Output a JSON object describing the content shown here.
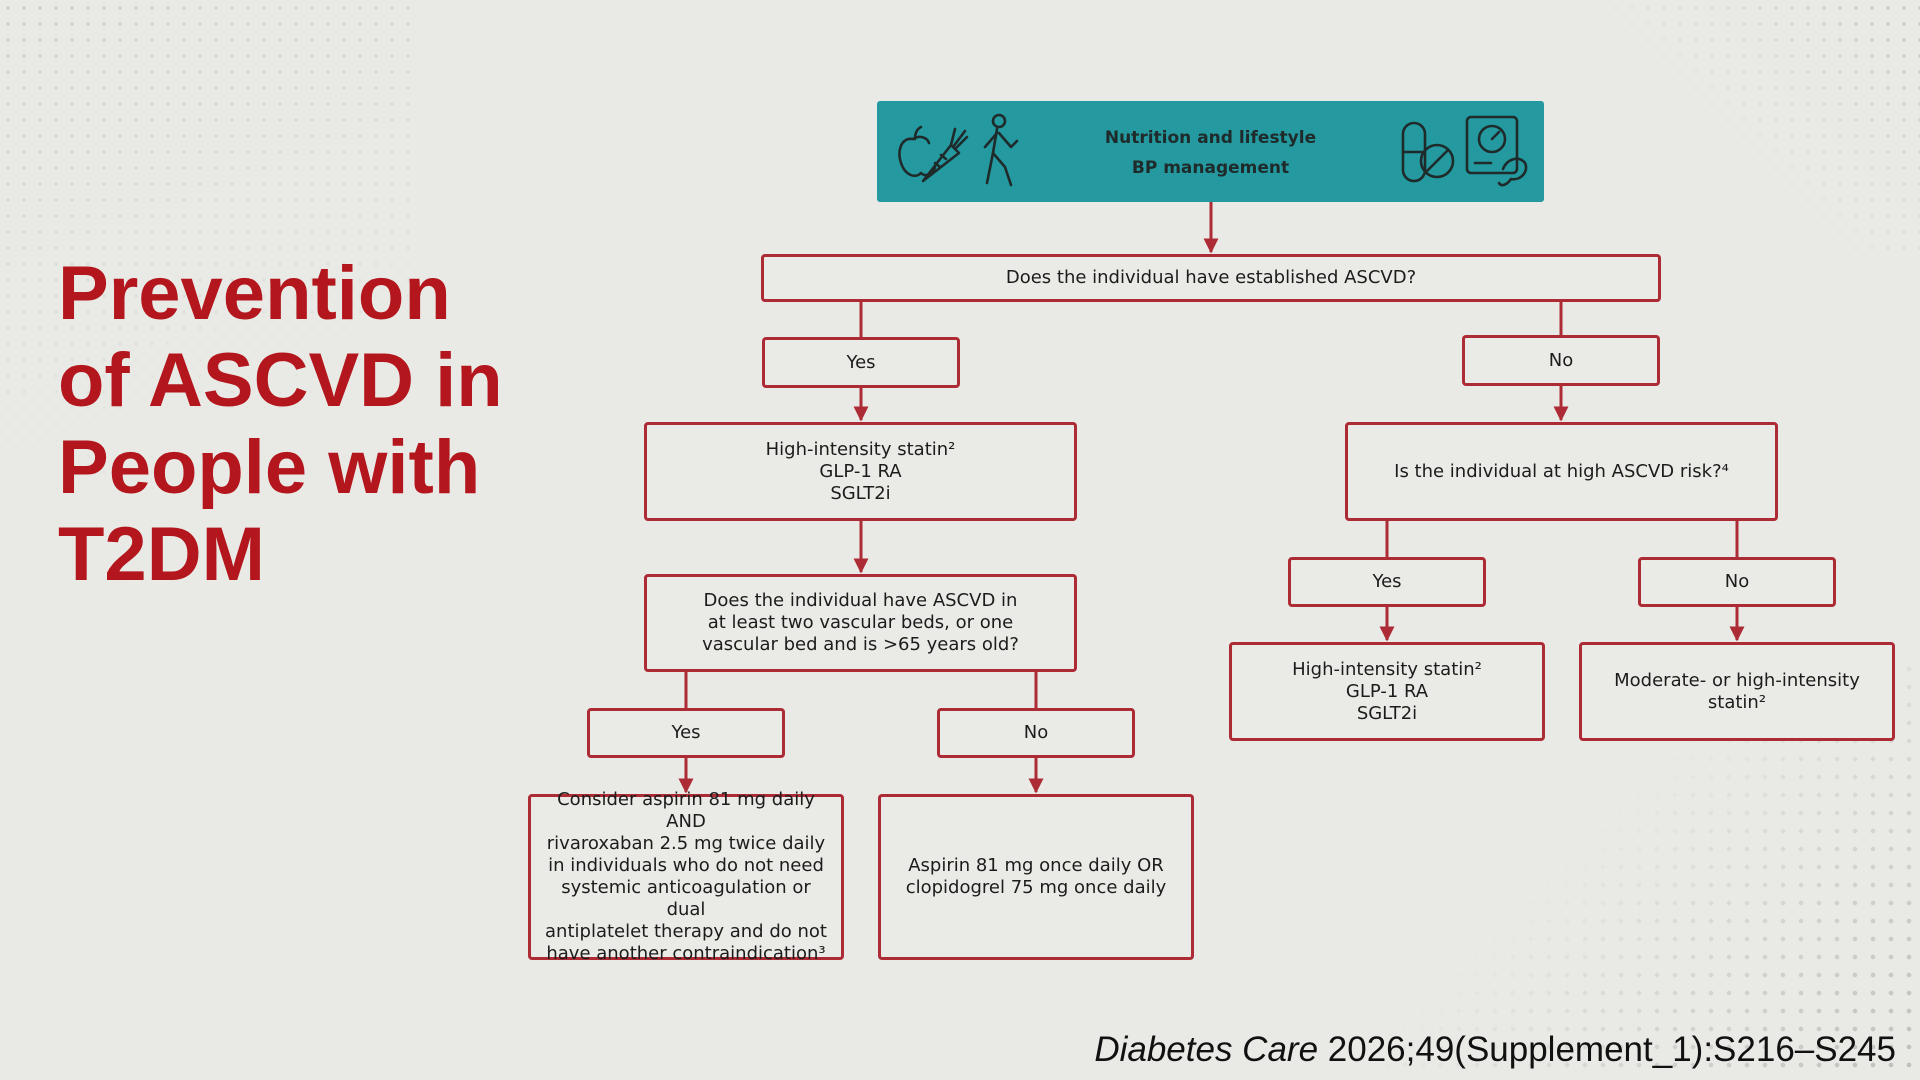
{
  "title": {
    "lines": [
      "Prevention",
      "of ASCVD in",
      "People with",
      "T2DM"
    ]
  },
  "banner": {
    "line1": "Nutrition and lifestyle",
    "line2": "BP management",
    "icons": [
      "apple-carrot-icon",
      "walking-person-icon",
      "pill-blocked-icon",
      "bp-monitor-icon"
    ]
  },
  "flowchart": {
    "q_established": "Does the individual have established ASCVD?",
    "yes_1": "Yes",
    "no_1": "No",
    "rx_left": "High-intensity statin²\nGLP-1 RA\nSGLT2i",
    "q_two_beds": "Does the individual have ASCVD in\nat least two vascular beds, or one\nvascular bed and is >65 years old?",
    "yes_2": "Yes",
    "no_2": "No",
    "aspirin_rivaroxaban": "Consider aspirin 81 mg daily AND\nrivaroxaban 2.5 mg twice daily\nin individuals who do not need\nsystemic anticoagulation or dual\nantiplatelet therapy and do not\nhave another contraindication³",
    "aspirin_clopidogrel": "Aspirin 81 mg once daily OR\nclopidogrel 75 mg once daily",
    "q_high_risk": "Is the individual at high ASCVD risk?⁴",
    "yes_3": "Yes",
    "no_3": "No",
    "rx_right": "High-intensity statin²\nGLP-1 RA\nSGLT2i",
    "statin_moderate": "Moderate- or high-intensity\nstatin²"
  },
  "citation": {
    "journal": "Diabetes Care",
    "details": " 2026;49(Supplement_1):S216–S245"
  },
  "colors": {
    "title": "#b3161c",
    "border": "#ad2b35",
    "banner": "#24999f",
    "background": "#e9eae6"
  }
}
